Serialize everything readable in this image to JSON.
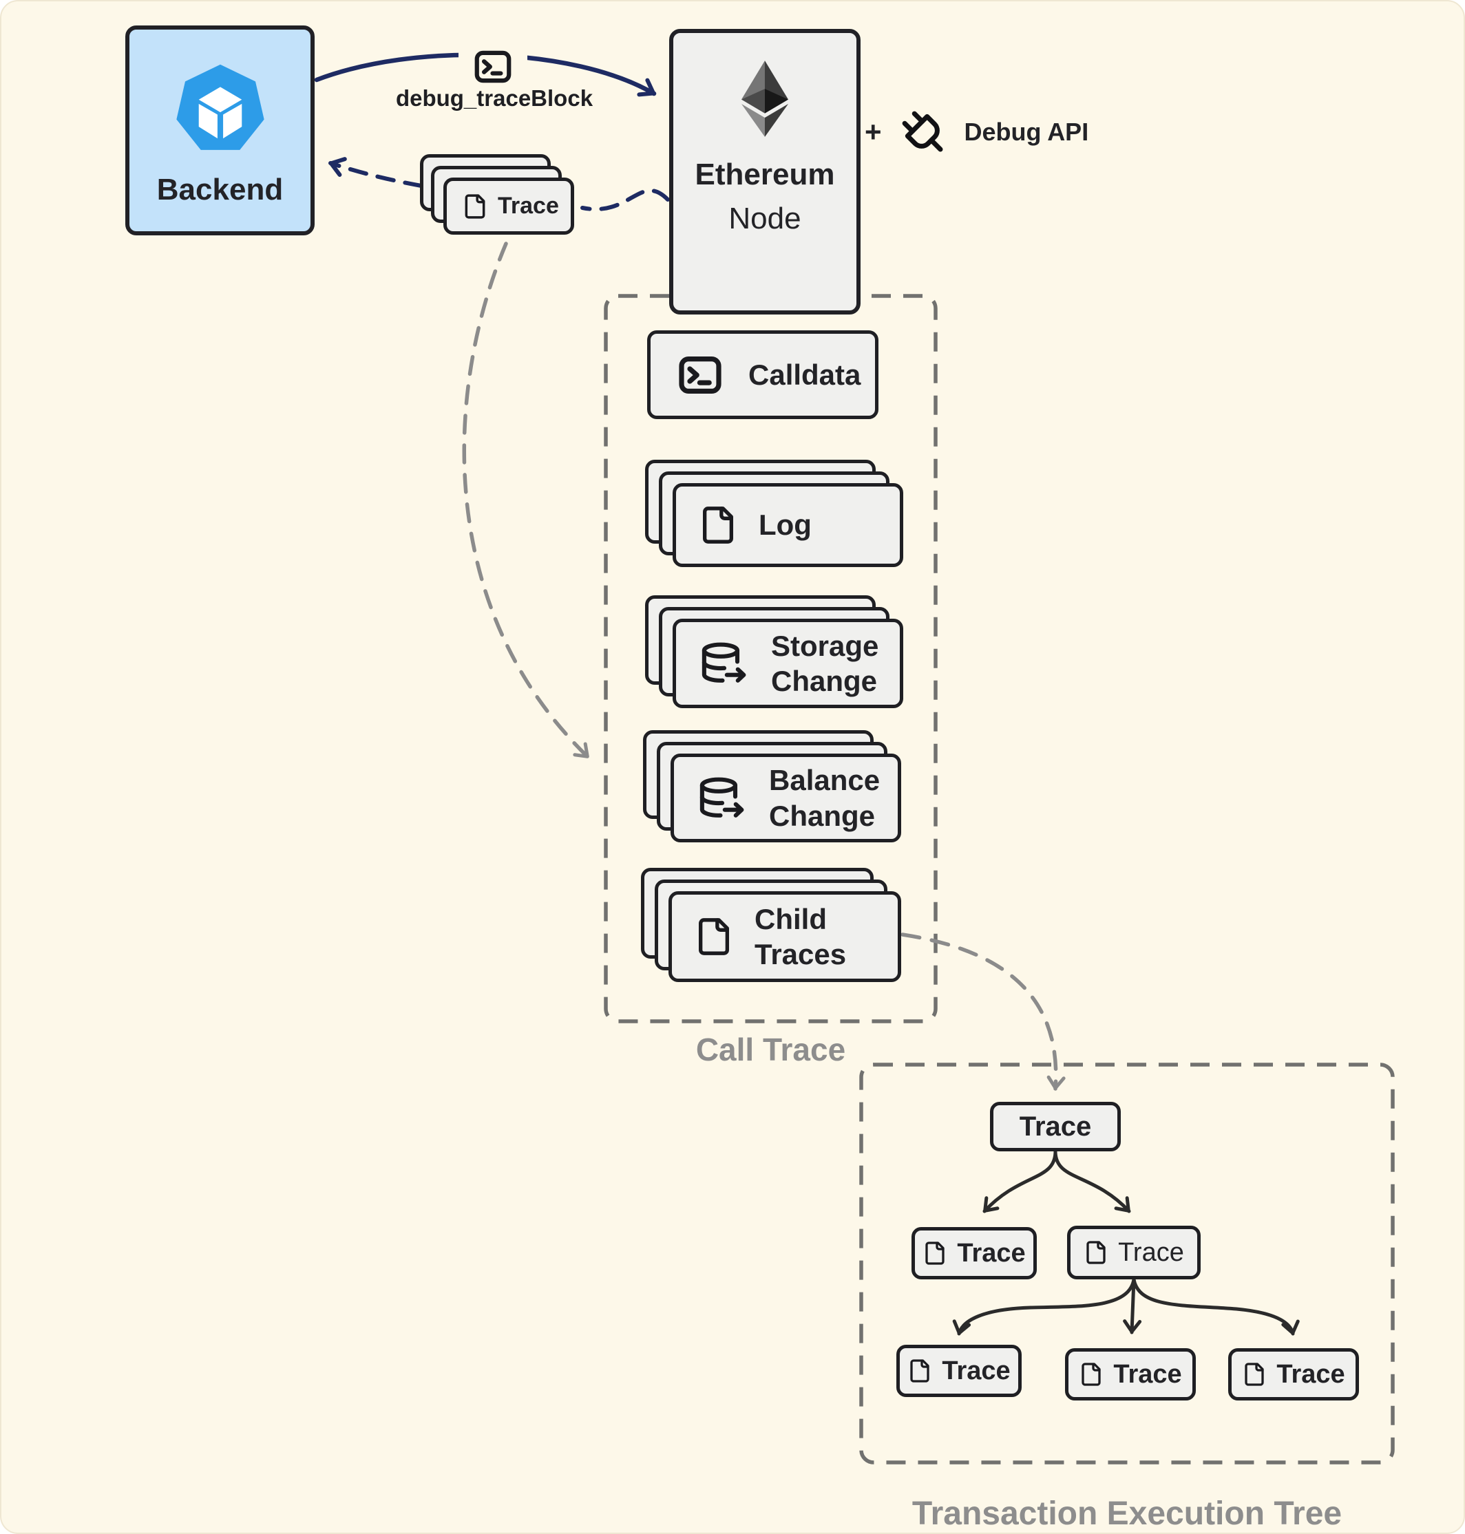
{
  "backend": {
    "label": "Backend"
  },
  "connection": {
    "request_label": "debug_traceBlock"
  },
  "ethereum": {
    "title": "Ethereum",
    "subtitle": "Node",
    "api_plus": "+",
    "api_label": "Debug API"
  },
  "trace_stack": {
    "label": "Trace"
  },
  "call_trace": {
    "title": "Call Trace",
    "items": [
      {
        "label": "Calldata",
        "icon": "terminal-icon",
        "stacked": false
      },
      {
        "label": "Log",
        "icon": "file-icon",
        "stacked": true
      },
      {
        "label": "Storage Change",
        "icon": "database-arrow-icon",
        "stacked": true
      },
      {
        "label": "Balance Change",
        "icon": "database-arrow-icon",
        "stacked": true
      },
      {
        "label": "Child Traces",
        "icon": "file-icon",
        "stacked": true
      }
    ]
  },
  "execution_tree": {
    "title": "Transaction Execution Tree",
    "root": {
      "label": "Trace"
    },
    "children": [
      {
        "label": "Trace"
      },
      {
        "label": "Trace"
      }
    ],
    "grandchildren": [
      {
        "label": "Trace"
      },
      {
        "label": "Trace"
      },
      {
        "label": "Trace"
      }
    ]
  },
  "colors": {
    "background": "#FDF8E9",
    "card_fill": "#F0F0EE",
    "backend_fill": "#C3E2FA",
    "border_dark": "#212126",
    "arrow_navy": "#1E2B63",
    "dashed_gray": "#8B8B8B",
    "container_gray": "#71716F",
    "label_gray": "#8D8D8D",
    "brand_blue": "#2D9CE8"
  }
}
